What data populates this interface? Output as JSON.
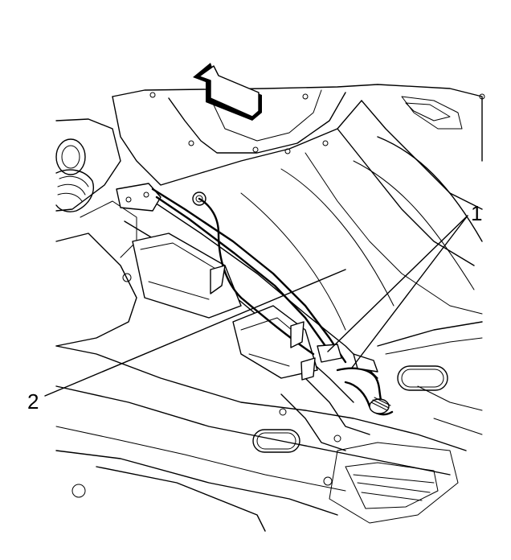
{
  "callouts": [
    {
      "id": "1",
      "label": "1"
    },
    {
      "id": "2",
      "label": "2"
    }
  ],
  "icons": {
    "direction": "front-direction-arrow-icon"
  },
  "colors": {
    "line": "#000000",
    "background": "#ffffff"
  }
}
